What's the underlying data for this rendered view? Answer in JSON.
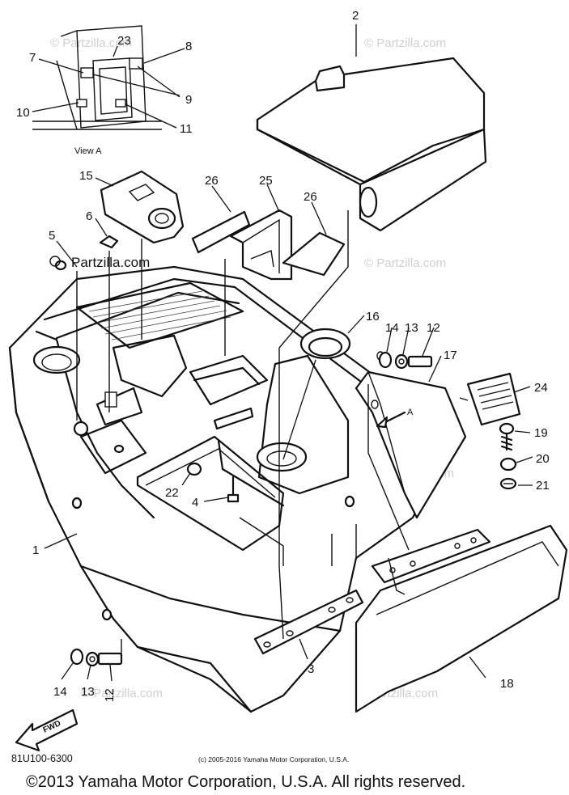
{
  "view_label": "View A",
  "view_marker": "A",
  "callouts": [
    "1",
    "2",
    "3",
    "4",
    "5",
    "6",
    "7",
    "8",
    "9",
    "10",
    "11",
    "12",
    "13",
    "14",
    "12",
    "13",
    "14",
    "15",
    "16",
    "17",
    "18",
    "19",
    "20",
    "21",
    "22",
    "23",
    "24",
    "25",
    "26",
    "26"
  ],
  "watermark": "© Partzilla.com",
  "watermark_bold": "Partzilla.com",
  "fwd_label": "FWD",
  "part_code": "81U100-6300",
  "small_copyright": "(c) 2005-2016 Yamaha Motor Corporation, U.S.A.",
  "copyright": "©2013 Yamaha Motor Corporation, U.S.A. All rights reserved."
}
